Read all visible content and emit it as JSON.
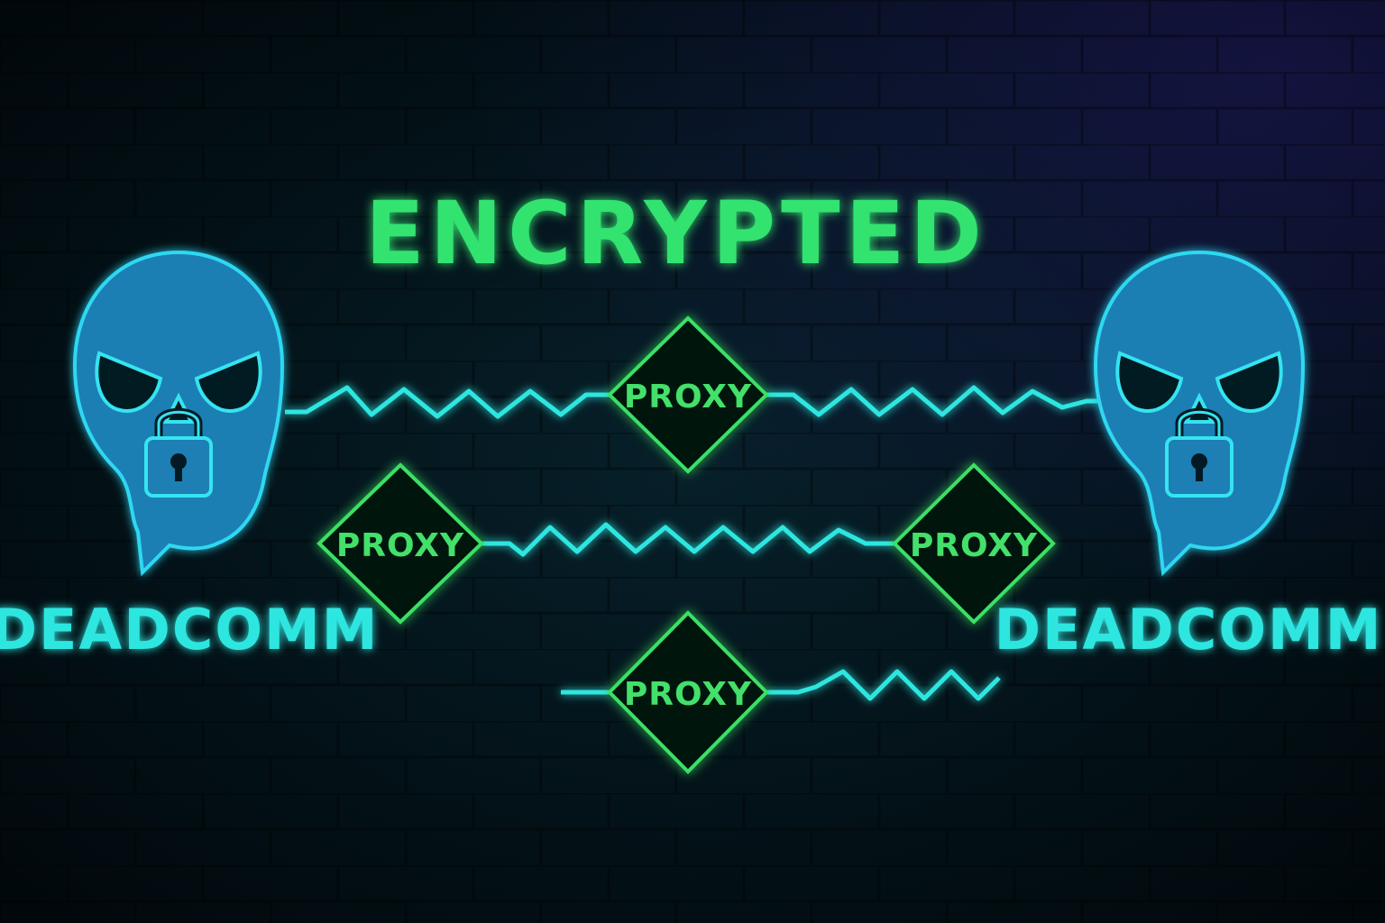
{
  "title": "ENCRYPTED",
  "nodes": {
    "left_label": "DEADCOMM",
    "right_label": "DEADCOMM"
  },
  "proxies": {
    "top": "PROXY",
    "middle_left": "PROXY",
    "middle_right": "PROXY",
    "bottom": "PROXY"
  },
  "colors": {
    "title_green": "#33e36f",
    "proxy_green": "#3be066",
    "link_cyan": "#2ee6e0",
    "skull_blue": "#2a9fd6",
    "background": "#031218"
  },
  "icons": [
    "skull-icon",
    "padlock-icon"
  ]
}
